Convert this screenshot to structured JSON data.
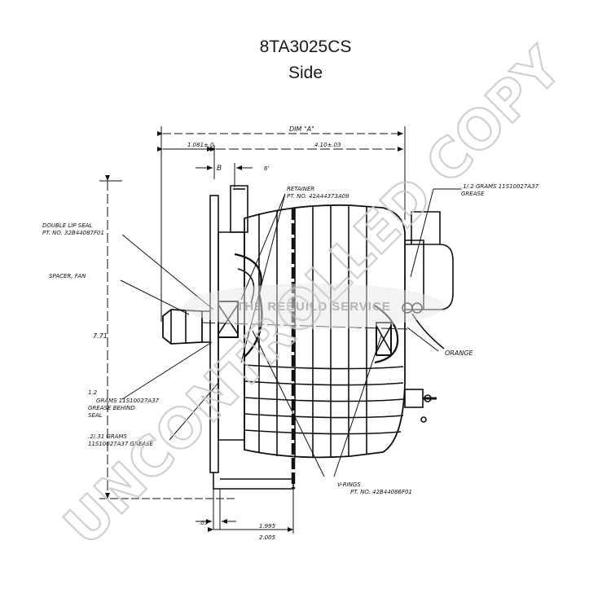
{
  "header": {
    "model": "8TA3025CS",
    "view": "Side"
  },
  "watermark": {
    "text": "UNCONTROLLED COPY",
    "logo_text": "THE REBUILD SERVICE"
  },
  "dimensions": {
    "overall": "DIM \"A\"",
    "front_offset": "1.081±.0",
    "body_length": "4.10±.03",
    "b": "B",
    "b_tol": "6'",
    "height": "7.71",
    "bottom_gap": ".03",
    "bearing_bore_top": "1.995",
    "bearing_bore_bottom": "2.005"
  },
  "callouts": {
    "double_lip_seal": "DOUBLE LIP SEAL",
    "double_lip_seal_pn": "PT. NO. 32B44087F01",
    "spacer_fan": "SPACER, FAN",
    "retainer": "RETAINER",
    "retainer_pn": "PT. NO. 42A44373A09",
    "grease_top_qty": ".1/.2 GRAMS 11S10027A37",
    "grease_top_word": "GREASE",
    "orange": "ORANGE",
    "grease_mid_1": "1.2",
    "grease_mid_2": "GRAMS 11S10027A37",
    "grease_mid_3": "GREASE BEHIND",
    "grease_mid_4": "SEAL",
    "grease_low_1": ".2/.31 GRAMS",
    "grease_low_2": "11S10027A37 GREASE",
    "v_rings": "V-RINGS",
    "v_rings_pn": "PT. NO. 42B44086F01"
  },
  "colors": {
    "line": "#111111",
    "watermark": "#c8c8c8",
    "background": "#ffffff"
  }
}
